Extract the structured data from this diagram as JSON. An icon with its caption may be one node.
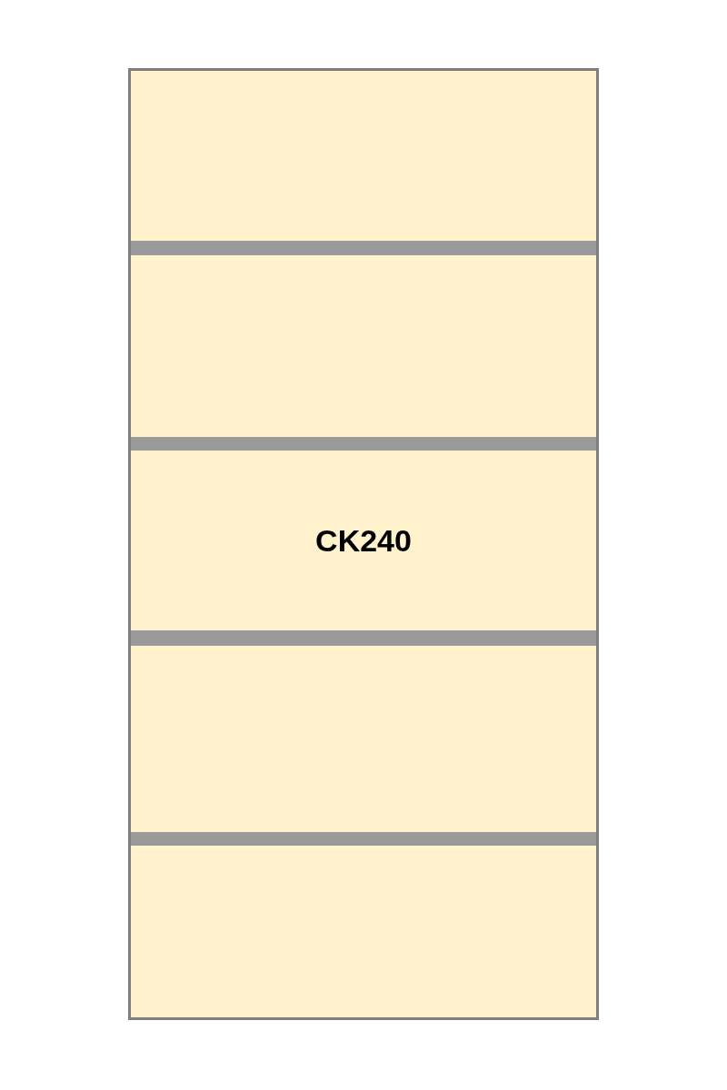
{
  "diagram": {
    "nodes": [
      {
        "text": [],
        "shape": "box"
      },
      {
        "text": [],
        "shape": "box",
        "in": 0
      },
      {
        "text": [],
        "shape": "box",
        "in": 0
      },
      {
        "text": [
          "CK240"
        ],
        "in": 0
      },
      {
        "text": [],
        "shape": "box",
        "in": 0
      },
      {
        "text": [],
        "shape": "box",
        "in": 0
      }
    ]
  }
}
